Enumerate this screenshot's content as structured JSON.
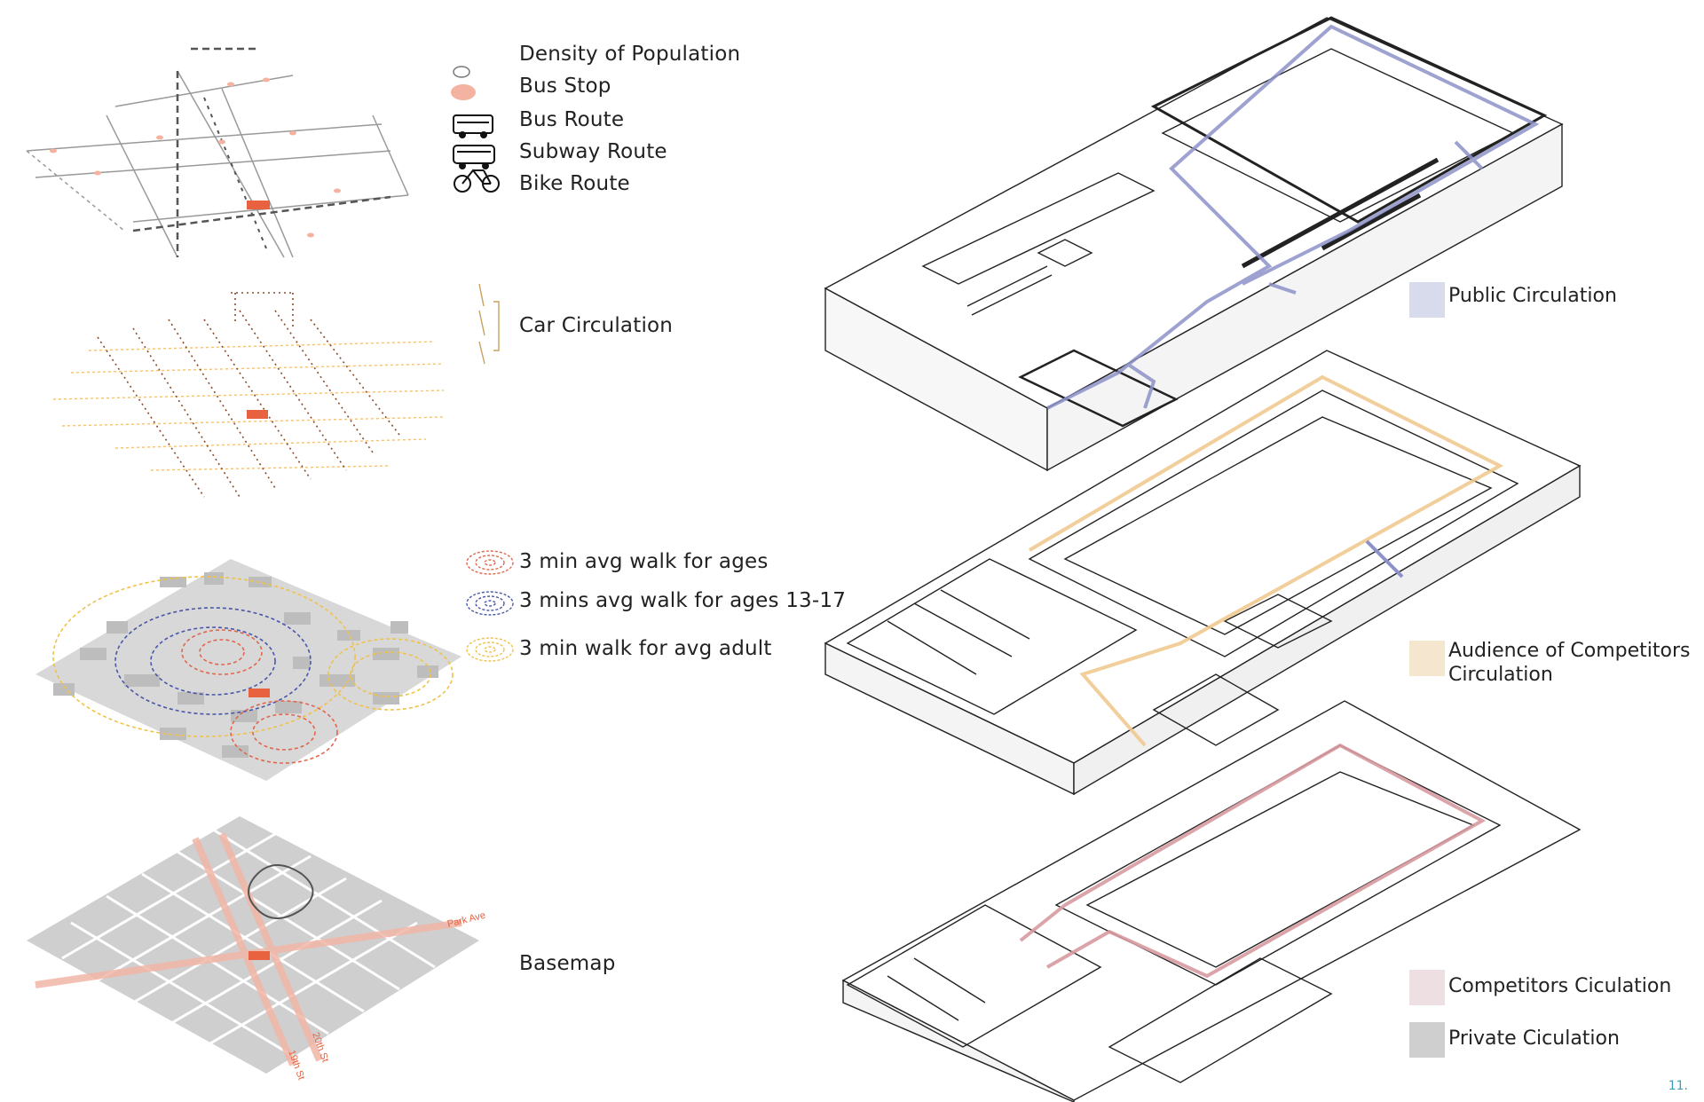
{
  "legend": {
    "density_of_population": "Density of Population",
    "bus_stop": "Bus Stop",
    "bus_route": "Bus Route",
    "subway_route": "Subway Route",
    "bike_route": "Bike Route",
    "car_circulation": "Car Circulation",
    "walk_ages": "3 min avg walk for ages",
    "walk_ages_13_17": "3 mins avg walk for ages 13-17",
    "walk_adult": "3 min walk for avg adult",
    "basemap": "Basemap"
  },
  "map_labels": {
    "park_ave": "Park Ave",
    "street_19th": "19th St",
    "street_20th": "20th St"
  },
  "circulation": {
    "public": "Public Circulation",
    "audience_line1": "Audience of Competitors",
    "audience_line2": "Circulation",
    "competitors": "Competitors Ciculation",
    "private": "Private Ciculation"
  },
  "colors": {
    "public": "#d8dbec",
    "public_line": "#8c92c8",
    "audience": "#f4e6cf",
    "audience_line": "#efc98f",
    "competitors": "#eedfe2",
    "competitors_line": "#d79aa0",
    "private": "#cfcfcf",
    "accent_orange": "#e8623f",
    "walk_red": "#e0674e",
    "walk_blue": "#4a57a8",
    "walk_yellow": "#f0c24a"
  },
  "page_number": "11."
}
